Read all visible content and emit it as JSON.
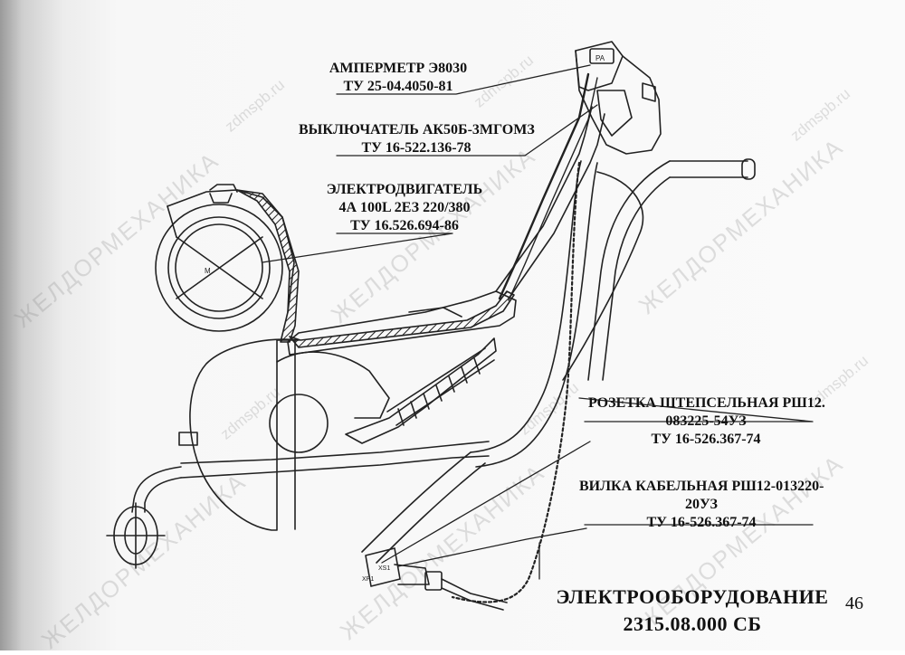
{
  "labels": {
    "ammeter": [
      "АМПЕРМЕТР Э8030",
      "ТУ 25-04.4050-81"
    ],
    "switch": [
      "ВЫКЛЮЧАТЕЛЬ АК50Б-3МГОМЗ",
      "ТУ 16-522.136-78"
    ],
    "motor": [
      "ЭЛЕКТРОДВИГАТЕЛЬ",
      "4А 100L 2ЕЗ 220/380",
      "ТУ 16.526.694-86"
    ],
    "socket": [
      "РОЗЕТКА ШТЕПСЕЛЬНАЯ РШ12.",
      "083225-54УЗ",
      "ТУ 16-526.367-74"
    ],
    "plug": [
      "ВИЛКА КАБЕЛЬНАЯ РШ12-013220-",
      "20УЗ",
      "ТУ 16-526.367-74"
    ]
  },
  "title": [
    "ЭЛЕКТРООБОРУДОВАНИЕ",
    "2315.08.000 СБ"
  ],
  "page_number": "46",
  "drawing_marks": {
    "box_top": "РА",
    "motor_mark": "М",
    "plug_xs": "XS1",
    "plug_xp": "XP1"
  },
  "watermarks": {
    "brand": "ЖЕЛДОРМЕХАНИКА",
    "site": "zdmspb.ru"
  }
}
